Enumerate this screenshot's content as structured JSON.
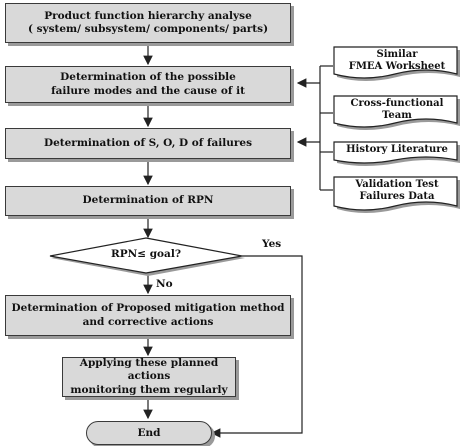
{
  "steps": {
    "step1": {
      "line1": "Product function hierarchy analyse",
      "line2": "( system/ subsystem/ components/ parts)"
    },
    "step2": {
      "line1": "Determination of the possible",
      "line2": "failure modes and the cause of it"
    },
    "step3": {
      "line1": "Determination of  S, O, D of  failures"
    },
    "step4": {
      "line1": "Determination of  RPN"
    },
    "decision": {
      "text": "RPN≤ goal?",
      "yes": "Yes",
      "no": "No"
    },
    "step5": {
      "line1": "Determination of Proposed mitigation method",
      "line2": "and corrective actions"
    },
    "step6": {
      "line1": "Applying these planned actions",
      "line2": "monitoring them regularly"
    },
    "end": {
      "text": "End"
    }
  },
  "inputs": [
    {
      "line1": "Similar",
      "line2": "FMEA Worksheet"
    },
    {
      "line1": "Cross-functional",
      "line2": "Team"
    },
    {
      "line1": "History Literature",
      "line2": ""
    },
    {
      "line1": "Validation Test",
      "line2": "Failures Data"
    }
  ]
}
